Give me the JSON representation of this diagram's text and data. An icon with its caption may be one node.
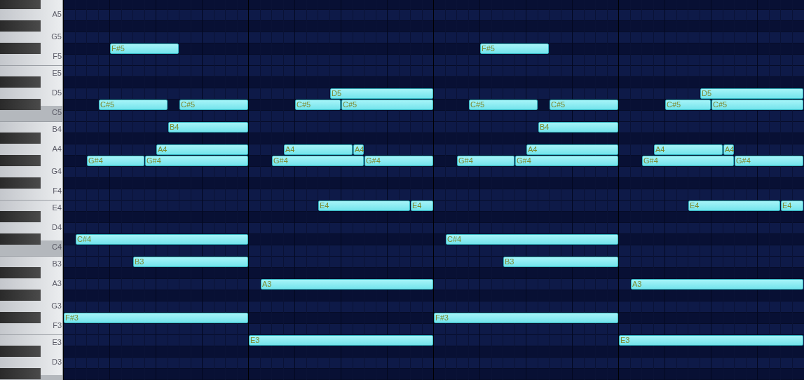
{
  "diagram": {
    "nodes": [
      {
        "text": [
          "F#5"
        ]
      },
      {
        "text": [
          "F#5"
        ]
      },
      {
        "text": [
          "D5"
        ]
      },
      {
        "text": [
          "D5"
        ]
      },
      {
        "text": [
          "C#5"
        ]
      },
      {
        "text": [
          "C#5"
        ]
      },
      {
        "text": [
          "C#5"
        ]
      },
      {
        "text": [
          "C#5"
        ]
      },
      {
        "text": [
          "C#5"
        ]
      },
      {
        "text": [
          "C#5"
        ]
      },
      {
        "text": [
          "C#5"
        ]
      },
      {
        "text": [
          "C#5"
        ]
      },
      {
        "text": [
          "B4"
        ]
      },
      {
        "text": [
          "B4"
        ]
      },
      {
        "text": [
          "A4"
        ]
      },
      {
        "text": [
          "A4"
        ]
      },
      {
        "text": [
          "A4"
        ]
      },
      {
        "text": [
          "A4"
        ]
      },
      {
        "text": [
          "A4"
        ]
      },
      {
        "text": [
          "A4"
        ]
      },
      {
        "text": [
          "G#4"
        ]
      },
      {
        "text": [
          "G#4"
        ]
      },
      {
        "text": [
          "G#4"
        ]
      },
      {
        "text": [
          "G#4"
        ]
      },
      {
        "text": [
          "G#4"
        ]
      },
      {
        "text": [
          "G#4"
        ]
      },
      {
        "text": [
          "G#4"
        ]
      },
      {
        "text": [
          "G#4"
        ]
      },
      {
        "text": [
          "E4"
        ]
      },
      {
        "text": [
          "E4"
        ]
      },
      {
        "text": [
          "E4"
        ]
      },
      {
        "text": [
          "E4"
        ]
      },
      {
        "text": [
          "C#4"
        ]
      },
      {
        "text": [
          "C#4"
        ]
      },
      {
        "text": [
          "B3"
        ]
      },
      {
        "text": [
          "B3"
        ]
      },
      {
        "text": [
          "A3"
        ]
      },
      {
        "text": [
          "A3"
        ]
      },
      {
        "text": [
          "F#3"
        ]
      },
      {
        "text": [
          "F#3"
        ]
      },
      {
        "text": [
          "E3"
        ]
      },
      {
        "text": [
          "E3"
        ]
      }
    ],
    "labels": [
      "A5",
      "G5",
      "F5",
      "E5",
      "D5",
      "C5",
      "B4",
      "A4",
      "G4",
      "F4",
      "E4",
      "D4",
      "C4",
      "B3",
      "A3",
      "G3",
      "F3",
      "E3",
      "D3"
    ]
  }
}
